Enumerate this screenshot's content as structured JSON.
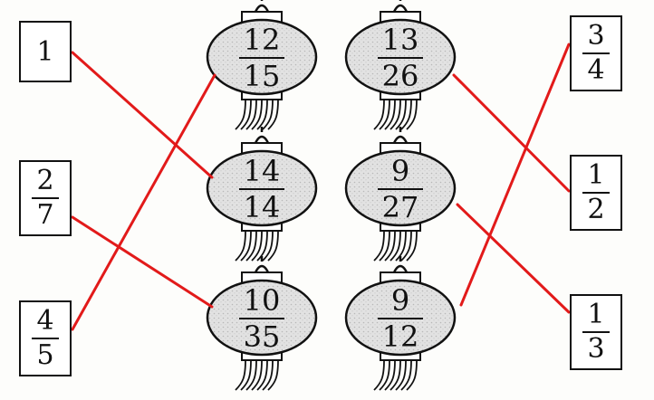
{
  "line_color": "#e21a1a",
  "left_boxes": [
    {
      "id": "one",
      "value": "1",
      "numerator": "",
      "denominator": ""
    },
    {
      "id": "two-sevenths",
      "value": "",
      "numerator": "2",
      "denominator": "7"
    },
    {
      "id": "four-fifths",
      "value": "",
      "numerator": "4",
      "denominator": "5"
    }
  ],
  "right_boxes": [
    {
      "id": "three-quarters",
      "numerator": "3",
      "denominator": "4"
    },
    {
      "id": "one-half",
      "numerator": "1",
      "denominator": "2"
    },
    {
      "id": "one-third",
      "numerator": "1",
      "denominator": "3"
    }
  ],
  "lanterns": [
    {
      "id": "12-15",
      "numerator": "12",
      "denominator": "15"
    },
    {
      "id": "13-26",
      "numerator": "13",
      "denominator": "26"
    },
    {
      "id": "14-14",
      "numerator": "14",
      "denominator": "14"
    },
    {
      "id": "9-27",
      "numerator": "9",
      "denominator": "27"
    },
    {
      "id": "10-35",
      "numerator": "10",
      "denominator": "35"
    },
    {
      "id": "9-12",
      "numerator": "9",
      "denominator": "12"
    }
  ],
  "connections": [
    {
      "from": "one",
      "to": "14-14"
    },
    {
      "from": "two-sevenths",
      "to": "10-35"
    },
    {
      "from": "four-fifths",
      "to": "12-15"
    },
    {
      "from": "three-quarters",
      "to": "9-12"
    },
    {
      "from": "one-half",
      "to": "13-26"
    },
    {
      "from": "one-third",
      "to": "9-27"
    }
  ]
}
